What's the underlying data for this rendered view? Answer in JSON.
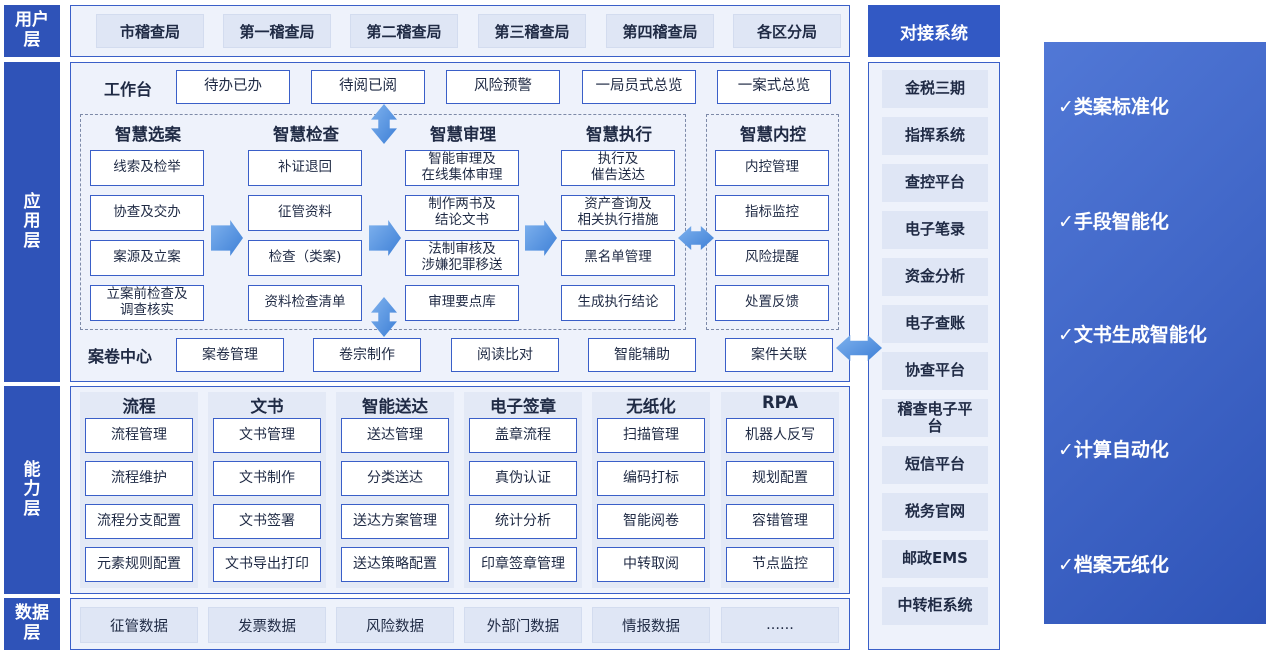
{
  "layers": {
    "user": "用户\n层",
    "app": "应\n用\n层",
    "capability": "能\n力\n层",
    "data": "数据\n层"
  },
  "user_layer": [
    "市稽查局",
    "第一稽查局",
    "第二稽查局",
    "第三稽查局",
    "第四稽查局",
    "各区分局"
  ],
  "workbench": {
    "title": "工作台",
    "items": [
      "待办已办",
      "待阅已阅",
      "风险预警",
      "一局员式总览",
      "一案式总览"
    ]
  },
  "groups": [
    {
      "title": "智慧选案",
      "items": [
        "线索及检举",
        "协查及交办",
        "案源及立案",
        "立案前检查及\n调查核实"
      ]
    },
    {
      "title": "智慧检查",
      "items": [
        "补证退回",
        "征管资料",
        "检查（类案)",
        "资料检查清单"
      ]
    },
    {
      "title": "智慧审理",
      "items": [
        "智能审理及\n在线集体审理",
        "制作两书及\n结论文书",
        "法制审核及\n涉嫌犯罪移送",
        "审理要点库"
      ]
    },
    {
      "title": "智慧执行",
      "items": [
        "执行及\n催告送达",
        "资产查询及\n相关执行措施",
        "黑名单管理",
        "生成执行结论"
      ]
    },
    {
      "title": "智慧内控",
      "items": [
        "内控管理",
        "指标监控",
        "风险提醒",
        "处置反馈"
      ]
    }
  ],
  "case_center": {
    "title": "案卷中心",
    "items": [
      "案卷管理",
      "卷宗制作",
      "阅读比对",
      "智能辅助",
      "案件关联"
    ]
  },
  "capabilities": [
    {
      "title": "流程",
      "items": [
        "流程管理",
        "流程维护",
        "流程分支配置",
        "元素规则配置"
      ]
    },
    {
      "title": "文书",
      "items": [
        "文书管理",
        "文书制作",
        "文书签署",
        "文书导出打印"
      ]
    },
    {
      "title": "智能送达",
      "items": [
        "送达管理",
        "分类送达",
        "送达方案管理",
        "送达策略配置"
      ]
    },
    {
      "title": "电子签章",
      "items": [
        "盖章流程",
        "真伪认证",
        "统计分析",
        "印章签章管理"
      ]
    },
    {
      "title": "无纸化",
      "items": [
        "扫描管理",
        "编码打标",
        "智能阅卷",
        "中转取阅"
      ]
    },
    {
      "title": "RPA",
      "items": [
        "机器人反写",
        "规划配置",
        "容错管理",
        "节点监控"
      ]
    }
  ],
  "data_layer": [
    "征管数据",
    "发票数据",
    "风险数据",
    "外部门数据",
    "情报数据",
    "......"
  ],
  "systems": {
    "title": "对接系统",
    "items": [
      "金税三期",
      "指挥系统",
      "查控平台",
      "电子笔录",
      "资金分析",
      "电子查账",
      "协查平台",
      "稽查电子平\n台",
      "短信平台",
      "税务官网",
      "邮政EMS",
      "中转柜系统"
    ]
  },
  "features": [
    "✓类案标准化",
    "✓手段智能化",
    "✓文书生成智能化",
    "✓计算自动化",
    "✓档案无纸化"
  ],
  "colors": {
    "primary": "#2f53b8",
    "border": "#3a5fc8",
    "cell": "#dfe6f5",
    "arrow": "#5b95df"
  }
}
